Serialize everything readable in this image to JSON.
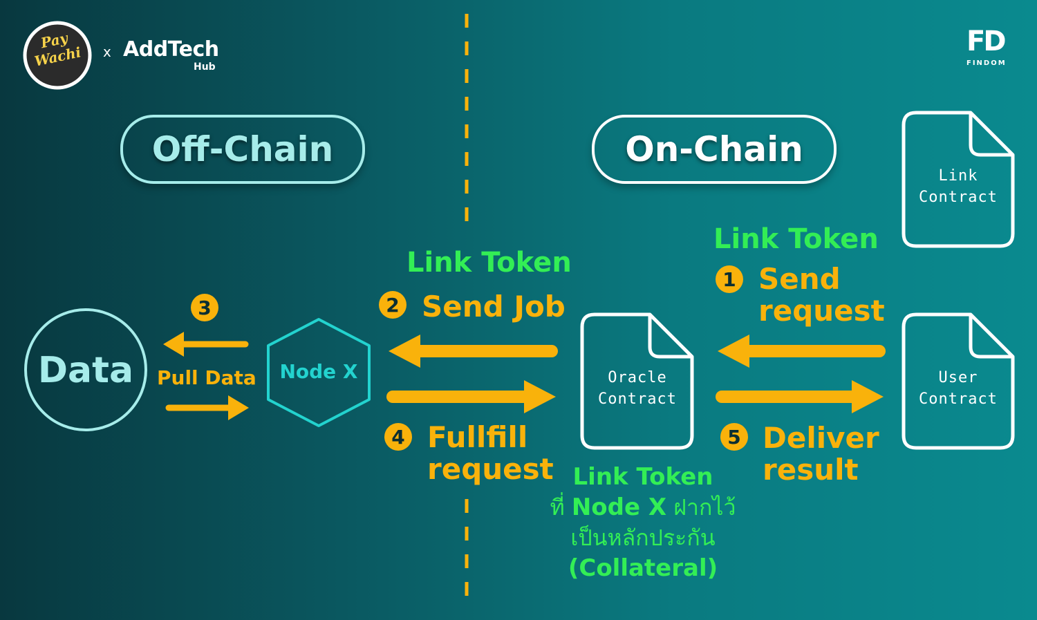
{
  "header": {
    "brand_logo_line1": "Pay",
    "brand_logo_line2": "Wachi",
    "separator": "x",
    "partner_name": "AddTech",
    "partner_sub": "Hub",
    "corner_logo_mark": "FD",
    "corner_logo_text": "FINDOM"
  },
  "sections": {
    "off_chain": "Off-Chain",
    "on_chain": "On-Chain"
  },
  "nodes": {
    "data": "Data",
    "node_x": "Node X",
    "oracle_contract": [
      "Oracle",
      "Contract"
    ],
    "user_contract": [
      "User",
      "Contract"
    ],
    "link_contract": [
      "Link",
      "Contract"
    ]
  },
  "steps": {
    "step1": {
      "num": "1",
      "token": "Link Token",
      "label": [
        "Send",
        "request"
      ]
    },
    "step2": {
      "num": "2",
      "token": "Link Token",
      "label": "Send Job"
    },
    "step3": {
      "num": "3",
      "label": "Pull Data"
    },
    "step4": {
      "num": "4",
      "label": [
        "Fullfill",
        "request"
      ]
    },
    "step5": {
      "num": "5",
      "label": [
        "Deliver",
        "result"
      ]
    }
  },
  "collateral": {
    "token": "Link Token",
    "prefix": "ที่",
    "node": "Node X",
    "suffix": "ฝากไว้",
    "line3": "เป็นหลักประกัน",
    "line4": "(Collateral)"
  },
  "colors": {
    "arrow": "#f9b20b",
    "token_text": "#33ee55",
    "node_outline": "#23d3cf",
    "off_chain_outline": "#a6ecea",
    "document_outline": "#ffffff"
  }
}
